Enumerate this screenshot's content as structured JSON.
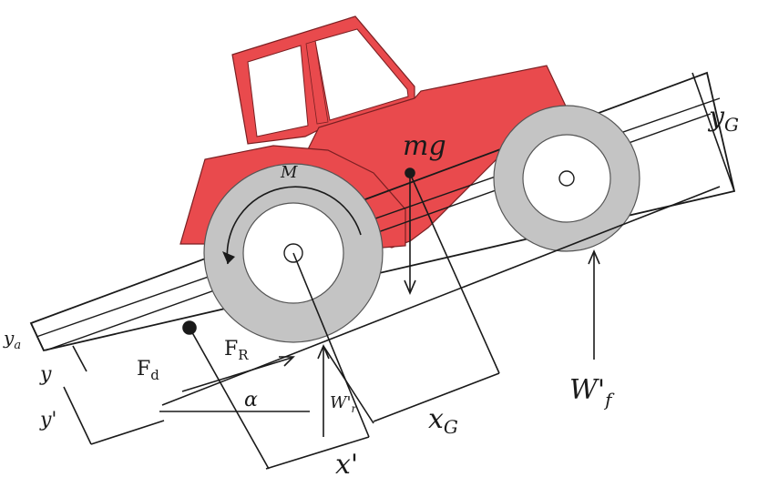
{
  "colors": {
    "body": "#e94a4d",
    "tire": "#c4c4c4",
    "rim": "#ffffff",
    "ink": "#1a1a1a",
    "window": "#ffffff"
  },
  "labels": {
    "mg": "mg",
    "M": "M",
    "yG": "y",
    "yG_sub": "G",
    "ya": "y",
    "ya_sub": "a",
    "y": "y",
    "y_prime": "y'",
    "Fd": "F",
    "Fd_sub": "d",
    "FR": "F",
    "FR_sub": "R",
    "alpha": "α",
    "Wr": "W'",
    "Wr_sub": "r",
    "xG": "x",
    "xG_sub": "G",
    "x_prime": "x'",
    "Wf": "W'",
    "Wf_sub": "f"
  }
}
